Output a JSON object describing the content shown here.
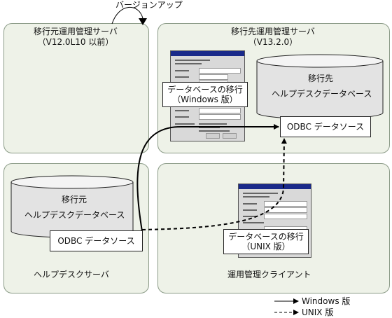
{
  "top_label": "バージョンアップ",
  "panels": {
    "source_server": {
      "title_line1": "移行元運用管理サーバ",
      "title_line2": "（V12.0L10 以前）"
    },
    "target_server": {
      "title_line1": "移行先運用管理サーバ",
      "title_line2": "（V13.2.0）"
    },
    "helpdesk_server": {
      "title": "ヘルプデスクサーバ"
    },
    "mgmt_client": {
      "title": "運用管理クライアント"
    }
  },
  "databases": {
    "target_db": {
      "line1": "移行先",
      "line2": "ヘルプデスクデータベース"
    },
    "source_db": {
      "line1": "移行元",
      "line2": "ヘルプデスクデータベース"
    }
  },
  "boxes": {
    "target_odbc": "ODBC データソース",
    "source_odbc": "ODBC データソース",
    "migrate_windows_line1": "データベースの移行",
    "migrate_windows_line2": "（Windows 版）",
    "migrate_unix_line1": "データベースの移行",
    "migrate_unix_line2": "（UNIX 版）"
  },
  "legend": {
    "windows": "Windows 版",
    "unix": "UNIX 版"
  },
  "colors": {
    "panel_bg": "#eef2e8",
    "db_fill": "#e3e3e3",
    "line": "#000000"
  }
}
